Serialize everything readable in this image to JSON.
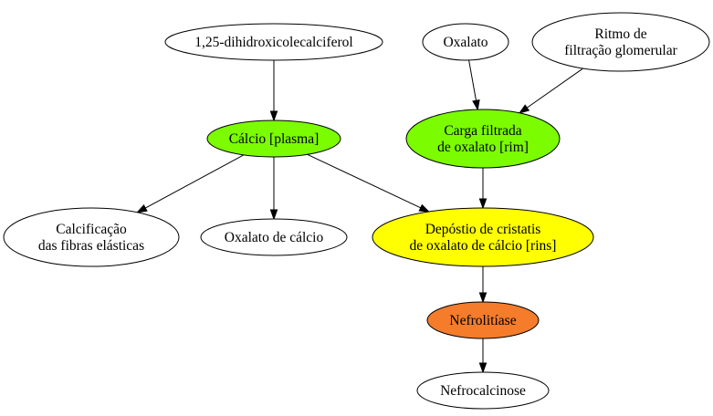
{
  "diagram": {
    "nodes": [
      {
        "id": "n1",
        "lines": [
          "1,25-dihidroxicolecalciferol"
        ],
        "fill": "#ffffff"
      },
      {
        "id": "n2",
        "lines": [
          "Oxalato"
        ],
        "fill": "#ffffff"
      },
      {
        "id": "n3",
        "lines": [
          "Ritmo de",
          "filtração glomerular"
        ],
        "fill": "#ffffff"
      },
      {
        "id": "n4",
        "lines": [
          "Cálcio [plasma]"
        ],
        "fill": "#7cfc00"
      },
      {
        "id": "n5",
        "lines": [
          "Carga filtrada",
          "de oxalato [rim]"
        ],
        "fill": "#7cfc00"
      },
      {
        "id": "n6",
        "lines": [
          "Calcificação",
          "das fibras elásticas"
        ],
        "fill": "#ffffff"
      },
      {
        "id": "n7",
        "lines": [
          "Oxalato de cálcio"
        ],
        "fill": "#ffffff"
      },
      {
        "id": "n8",
        "lines": [
          "Depóstio de cristatis",
          "de oxalato de cálcio [rins]"
        ],
        "fill": "#ffff00"
      },
      {
        "id": "n9",
        "lines": [
          "Nefrolitíase"
        ],
        "fill": "#f47c2a"
      },
      {
        "id": "n10",
        "lines": [
          "Nefrocalcinose"
        ],
        "fill": "#ffffff"
      }
    ],
    "edges": [
      {
        "from": "n1",
        "to": "n4"
      },
      {
        "from": "n2",
        "to": "n5"
      },
      {
        "from": "n3",
        "to": "n5"
      },
      {
        "from": "n4",
        "to": "n6"
      },
      {
        "from": "n4",
        "to": "n7"
      },
      {
        "from": "n4",
        "to": "n8"
      },
      {
        "from": "n5",
        "to": "n8"
      },
      {
        "from": "n8",
        "to": "n9"
      },
      {
        "from": "n9",
        "to": "n10"
      }
    ]
  }
}
